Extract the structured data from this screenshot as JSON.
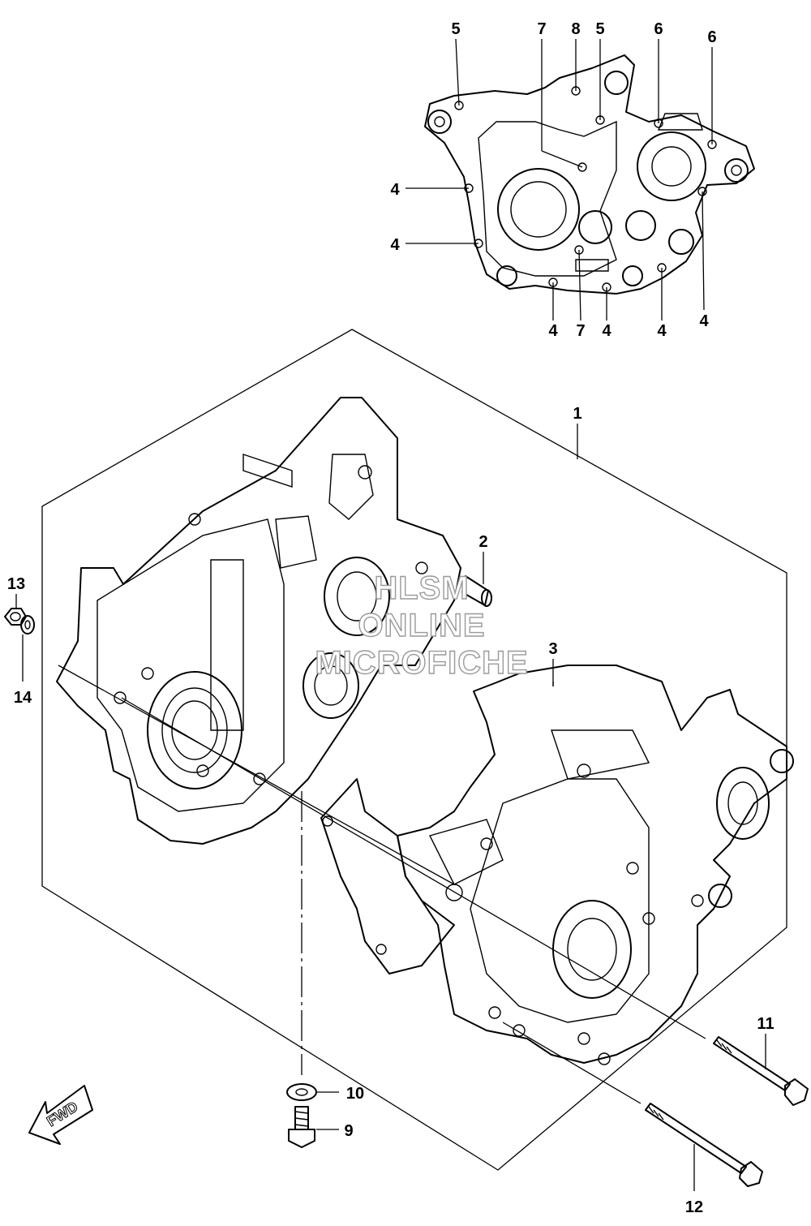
{
  "diagram": {
    "callouts": [
      {
        "id": "c5a",
        "text": "5"
      },
      {
        "id": "c7a",
        "text": "7"
      },
      {
        "id": "c8",
        "text": "8"
      },
      {
        "id": "c5b",
        "text": "5"
      },
      {
        "id": "c6a",
        "text": "6"
      },
      {
        "id": "c6b",
        "text": "6"
      },
      {
        "id": "c4a",
        "text": "4"
      },
      {
        "id": "c4b",
        "text": "4"
      },
      {
        "id": "c4c",
        "text": "4"
      },
      {
        "id": "c7b",
        "text": "7"
      },
      {
        "id": "c4d",
        "text": "4"
      },
      {
        "id": "c4e",
        "text": "4"
      },
      {
        "id": "c4f",
        "text": "4"
      },
      {
        "id": "c1",
        "text": "1"
      },
      {
        "id": "c2",
        "text": "2"
      },
      {
        "id": "c3",
        "text": "3"
      },
      {
        "id": "c13",
        "text": "13"
      },
      {
        "id": "c14",
        "text": "14"
      },
      {
        "id": "c10",
        "text": "10"
      },
      {
        "id": "c9",
        "text": "9"
      },
      {
        "id": "c11",
        "text": "11"
      },
      {
        "id": "c12",
        "text": "12"
      }
    ],
    "watermark": [
      "HLSM",
      "ONLINE",
      "MICROFICHE"
    ],
    "fwd_label": "FWD"
  },
  "colors": {
    "line": "#000000",
    "background": "#ffffff",
    "watermark_outline": "#9a9a9a"
  }
}
